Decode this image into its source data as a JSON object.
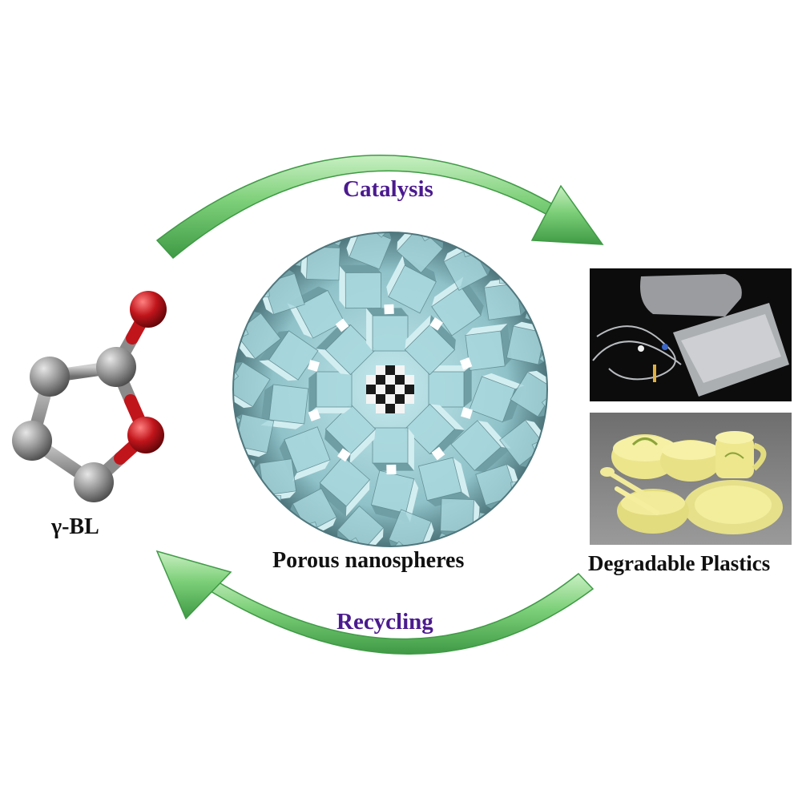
{
  "labels": {
    "catalysis": "Catalysis",
    "recycling": "Recycling",
    "gbl": "γ-BL",
    "porous": "Porous nanospheres",
    "plastics": "Degradable Plastics"
  },
  "colors": {
    "process_text": "#4b1a8f",
    "arrow_green": "#7ccf78",
    "arrow_green_dark": "#3f9a45",
    "cube": "#a9d8de",
    "cube_dark": "#6f9ea5",
    "carbon": "#8a8a8a",
    "oxygen": "#c0151b"
  },
  "icons": {
    "top_arrow": "curved-arrow-right-icon",
    "bottom_arrow": "curved-arrow-left-icon"
  }
}
